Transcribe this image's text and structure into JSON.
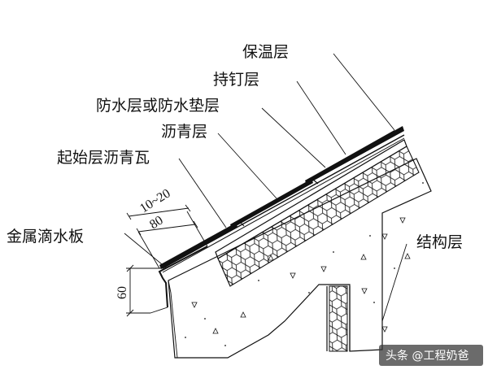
{
  "labels": {
    "insulation": "保温层",
    "nailing": "持钉层",
    "waterproof": "防水层或防水垫层",
    "asphalt": "沥青层",
    "starter": "起始层沥青瓦",
    "drip": "金属滴水板",
    "structure": "结构层"
  },
  "dimensions": {
    "overlap": "10~20",
    "extension": "80",
    "drop": "60"
  },
  "watermark": "头条 @工程奶爸",
  "colors": {
    "ink": "#111111",
    "watermark_bg": "#3a3a3a"
  }
}
